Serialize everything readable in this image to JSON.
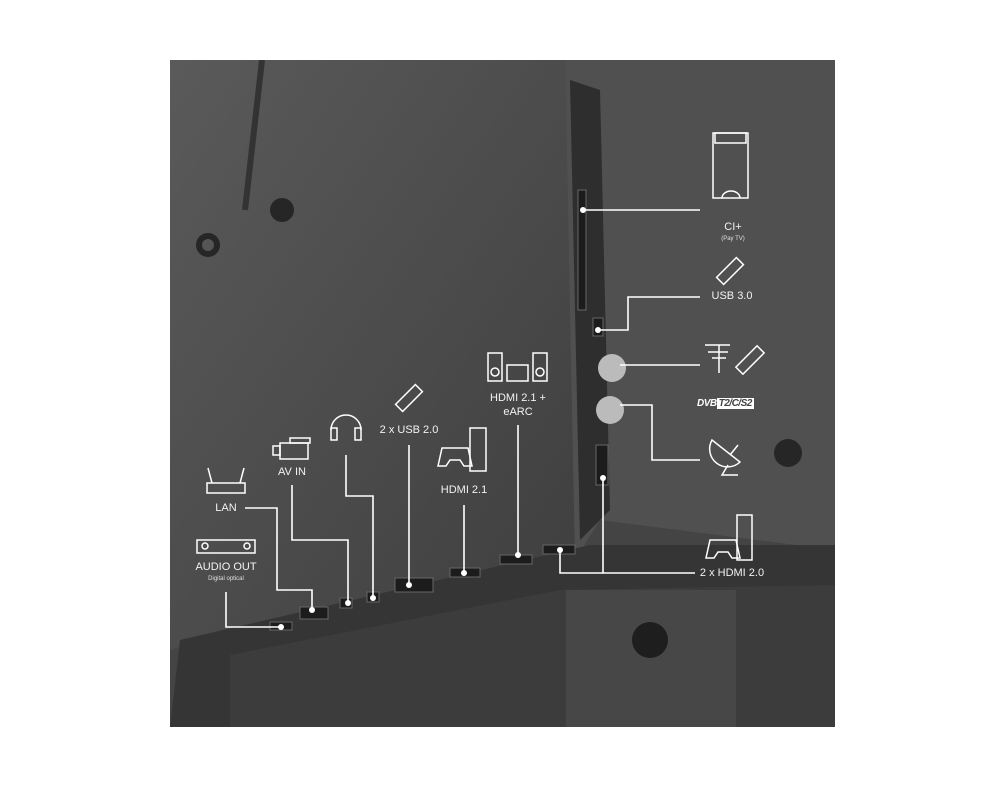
{
  "ports": {
    "ci": {
      "label": "CI+",
      "sub": "(Pay TV)",
      "icon": "ci-module-icon"
    },
    "usb3": {
      "label": "USB 3.0",
      "icon": "usb-stick-icon"
    },
    "antenna": {
      "icon": "antenna-cable-icon"
    },
    "dvb": {
      "prefix": "DVB",
      "suffix": "T2/C/S2"
    },
    "satellite": {
      "icon": "satellite-dish-icon"
    },
    "hdmi20": {
      "label": "2 x HDMI 2.0",
      "icon": "game-console-icon"
    },
    "hdmi_earc": {
      "label": "HDMI 2.1 +",
      "label2": "eARC",
      "icon": "sound-system-icon"
    },
    "hdmi21": {
      "label": "HDMI 2.1",
      "icon": "game-console-icon"
    },
    "usb2": {
      "label": "2 x USB 2.0",
      "icon": "usb-stick-icon"
    },
    "headphones": {
      "icon": "headphones-icon"
    },
    "av_in": {
      "label": "AV IN",
      "icon": "camcorder-icon"
    },
    "lan": {
      "label": "LAN",
      "icon": "router-icon"
    },
    "audio_out": {
      "label": "AUDIO OUT",
      "sub": "Digital optical",
      "icon": "optical-audio-icon"
    }
  },
  "colors": {
    "background": "#4a4a4a",
    "line": "#ffffff"
  }
}
